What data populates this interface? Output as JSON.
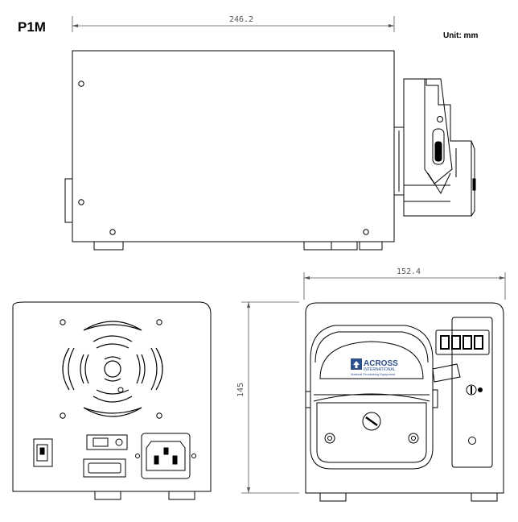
{
  "title": "P1M",
  "unit_label": "Unit: mm",
  "dimensions": {
    "length": "246.2",
    "width": "152.4",
    "height": "145"
  },
  "brand": {
    "name": "ACROSS",
    "subname": "INTERNATIONAL",
    "tagline": "Material Processing Equipment"
  },
  "colors": {
    "line": "#000000",
    "dimension": "#555555",
    "brand_blue": "#2d4f8a"
  }
}
